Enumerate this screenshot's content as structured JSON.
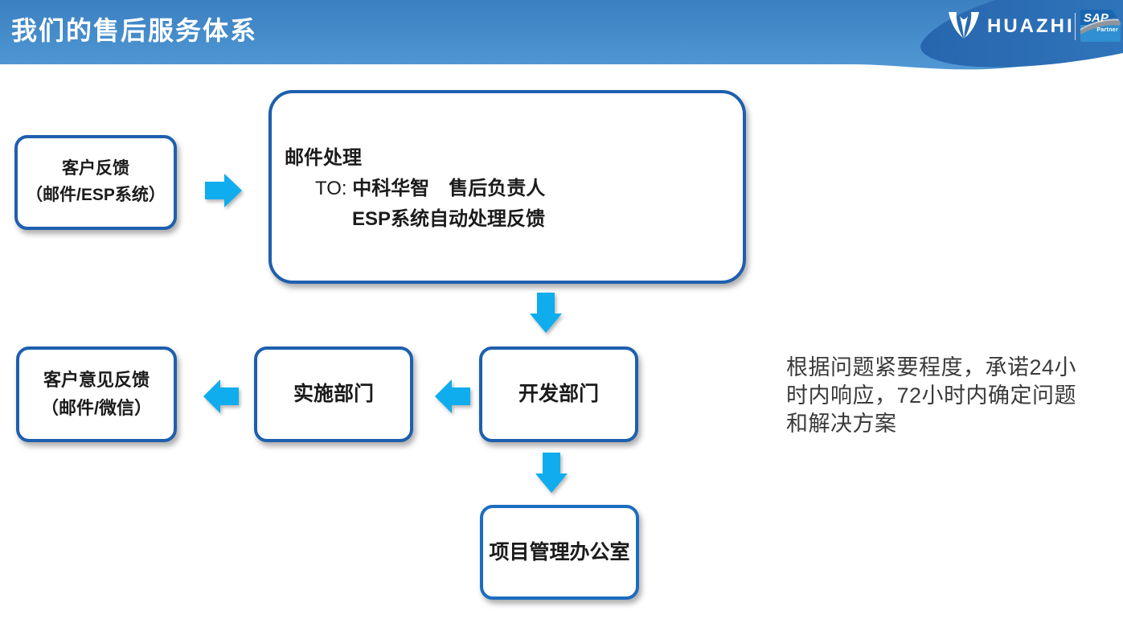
{
  "slide": {
    "title": "我们的售后服务体系"
  },
  "brand": {
    "name": "HUAZHI",
    "sap": "SAP",
    "partner": "Partner"
  },
  "colors": {
    "header_top": "#3b80c1",
    "header_bottom": "#5098d4",
    "header_dark_wave": "#2a6cb3",
    "box_border": "#1e5fae",
    "pmo_box_border": "#1b6dc0",
    "arrow": "#0fadee",
    "box_text": "#1b1b1b",
    "note_text": "#3a3a3a",
    "title_text": "#ffffff"
  },
  "flow": {
    "customer_feedback_box": {
      "line1": "客户反馈",
      "line2": "（邮件/ESP系统）"
    },
    "email_processing_box": {
      "line1": "邮件处理",
      "line2_prefix": "TO: ",
      "line2": "中科华智　售后负责人",
      "line3": "ESP系统自动处理反馈"
    },
    "customer_opinion_box": {
      "line1": "客户意见反馈",
      "line2": "（邮件/微信）"
    },
    "implementation_box": {
      "label": "实施部门"
    },
    "development_box": {
      "label": "开发部门"
    },
    "pmo_box": {
      "label": "项目管理办公室"
    }
  },
  "note": {
    "lines": [
      "根据问题紧要程度，承诺24小",
      "时内响应，72小时内确定问题",
      "和解决方案"
    ]
  }
}
